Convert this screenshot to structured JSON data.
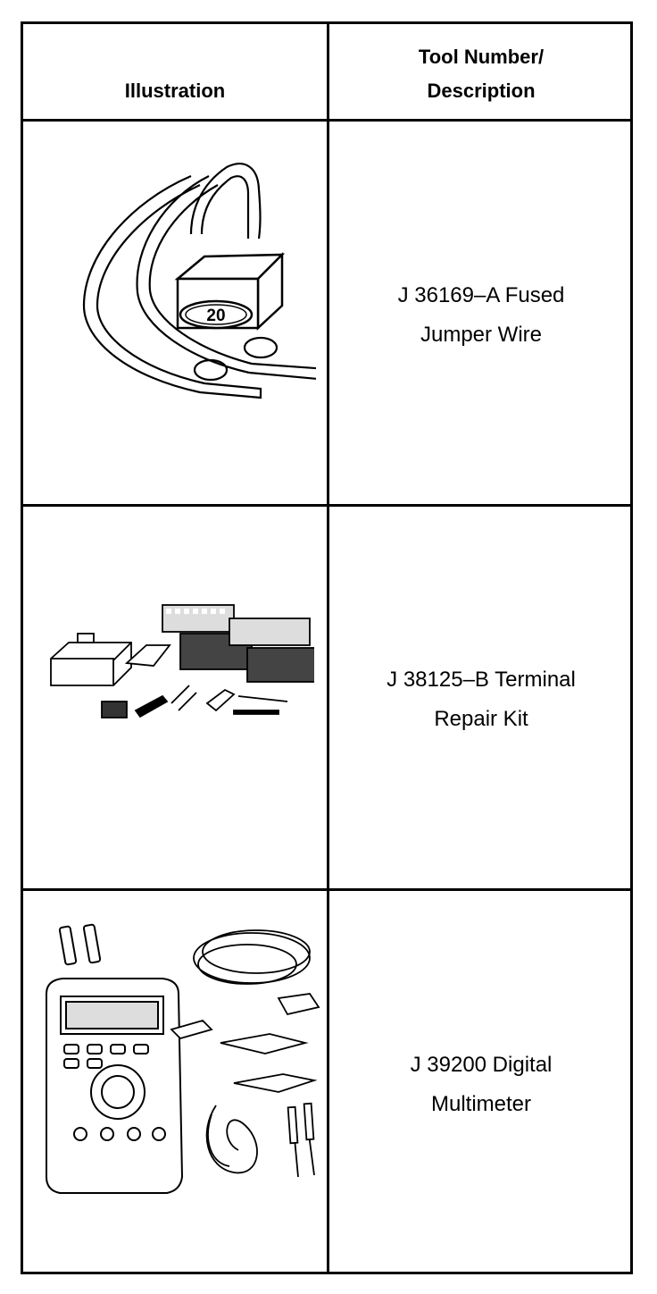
{
  "header": {
    "illustration_label": "Illustration",
    "tool_label_line1": "Tool Number/",
    "tool_label_line2": "Description"
  },
  "rows": [
    {
      "line1": "J 36169–A Fused",
      "line2": "Jumper Wire",
      "illustration": "fused-jumper-wire",
      "badge": "20"
    },
    {
      "line1": "J 38125–B Terminal",
      "line2": "Repair Kit",
      "illustration": "terminal-repair-kit"
    },
    {
      "line1": "J 39200 Digital",
      "line2": "Multimeter",
      "illustration": "digital-multimeter"
    }
  ]
}
